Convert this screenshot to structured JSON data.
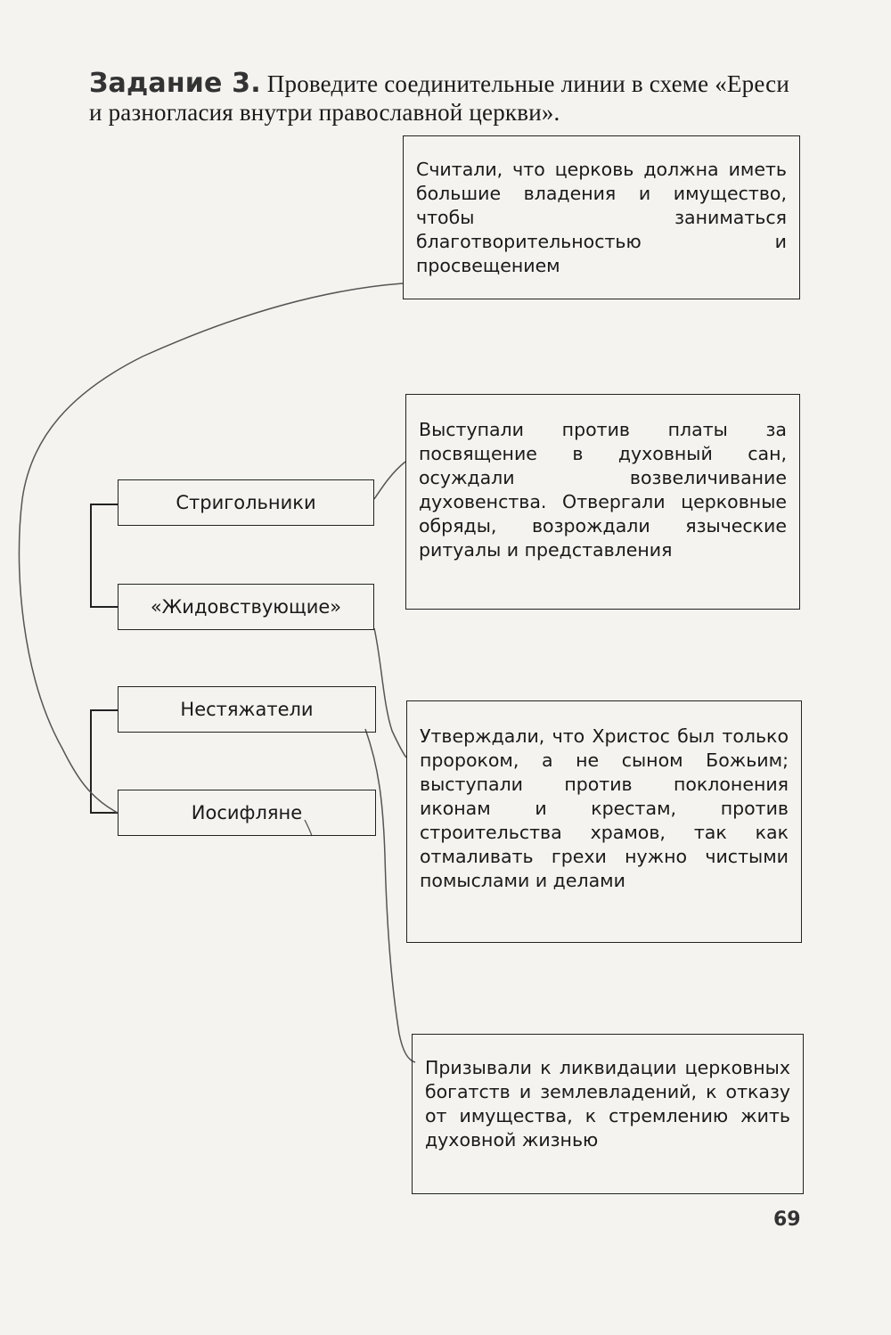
{
  "task": {
    "label": "Задание 3.",
    "text": "Проведите соединительные линии в схеме «Ереси и разногласия внутри православной церкви»."
  },
  "terms": [
    {
      "id": "strigolniki",
      "label": "Стригольники"
    },
    {
      "id": "zhidovstvuyushchie",
      "label": "«Жидовствующие»"
    },
    {
      "id": "nestyazhateli",
      "label": "Нестяжатели"
    },
    {
      "id": "iosiflyane",
      "label": "Иосифляне"
    }
  ],
  "descriptions": [
    {
      "id": "desc-1",
      "text": "Считали, что церковь должна иметь большие владения и имущество, чтобы заниматься благотворительностью и просвещением"
    },
    {
      "id": "desc-2",
      "text": "Выступали против платы за посвящение в духовный сан, осуждали возвеличивание духовенства. Отвергали церковные обряды, возрождали языческие ритуалы и представления"
    },
    {
      "id": "desc-3",
      "text": "Утверждали, что Христос был только пророком, а не сыном Божьим; выступали против поклонения иконам и крестам, против строительства храмов, так как отмаливать грехи нужно чистыми помыслами и делами"
    },
    {
      "id": "desc-4",
      "text": "Призывали к ликвидации церковных богатств и землевладений, к отказу от имущества, к стремлению жить духовной жизнью"
    }
  ],
  "page_number": "69"
}
